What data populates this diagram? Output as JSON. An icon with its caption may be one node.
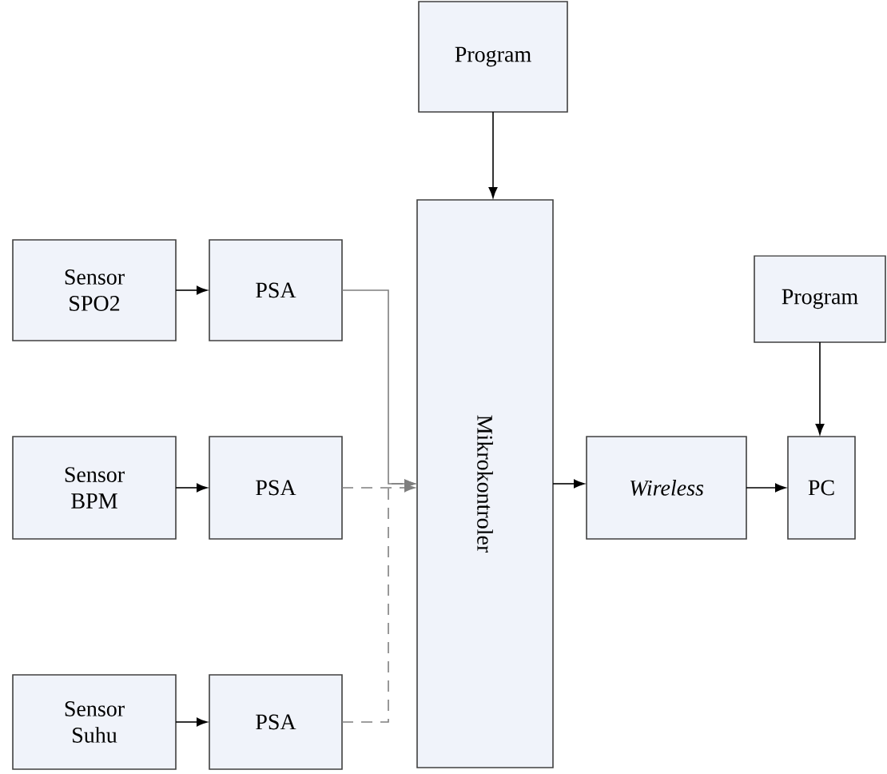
{
  "diagram": {
    "nodes": [
      {
        "text": [
          "Program"
        ]
      },
      {
        "text": [
          "Sensor SPO2"
        ]
      },
      {
        "text": [
          "PSA"
        ]
      },
      {
        "text": [
          "Sensor BPM"
        ]
      },
      {
        "text": [
          "PSA"
        ]
      },
      {
        "text": [
          "Sensor Suhu"
        ]
      },
      {
        "text": [
          "PSA"
        ]
      },
      {
        "text": [
          "Mikrokontroler"
        ]
      },
      {
        "text": [
          "Wireless"
        ]
      },
      {
        "text": [
          "Program"
        ]
      },
      {
        "text": [
          "PC"
        ]
      }
    ],
    "edges": [
      {
        "from": 0,
        "to": 7,
        "arrow": "to"
      },
      {
        "from": 1,
        "to": 2,
        "arrow": "to"
      },
      {
        "from": 3,
        "to": 4,
        "arrow": "to"
      },
      {
        "from": 5,
        "to": 6,
        "arrow": "to"
      },
      {
        "from": 2,
        "to": 7,
        "arrow": "to",
        "color": "#7f7f7f"
      },
      {
        "from": 4,
        "to": 7,
        "arrow": "to",
        "style": "dashed",
        "color": "#7f7f7f"
      },
      {
        "from": 6,
        "to": 7,
        "arrow": "to",
        "style": "dashed",
        "color": "#7f7f7f"
      },
      {
        "from": 7,
        "to": 8,
        "arrow": "to"
      },
      {
        "from": 8,
        "to": 10,
        "arrow": "to"
      },
      {
        "from": 9,
        "to": 10,
        "arrow": "to"
      }
    ]
  }
}
